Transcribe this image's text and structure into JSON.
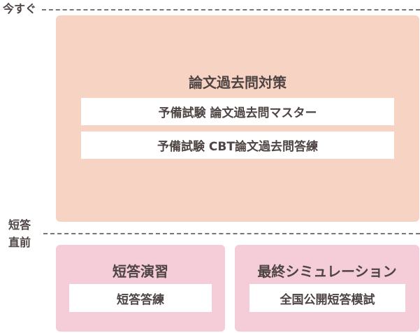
{
  "timeline": {
    "now": "今すぐ",
    "short_answer_before": [
      "短答",
      "直前"
    ]
  },
  "essay": {
    "title": "論文過去問対策",
    "items": [
      "予備試験 論文過去問マスター",
      "予備試験 CBT論文過去問答練"
    ]
  },
  "short_practice": {
    "title": "短答演習",
    "items": [
      "短答答練"
    ]
  },
  "final_sim": {
    "title": "最終シミュレーション",
    "items": [
      "全国公開短答模試"
    ]
  }
}
